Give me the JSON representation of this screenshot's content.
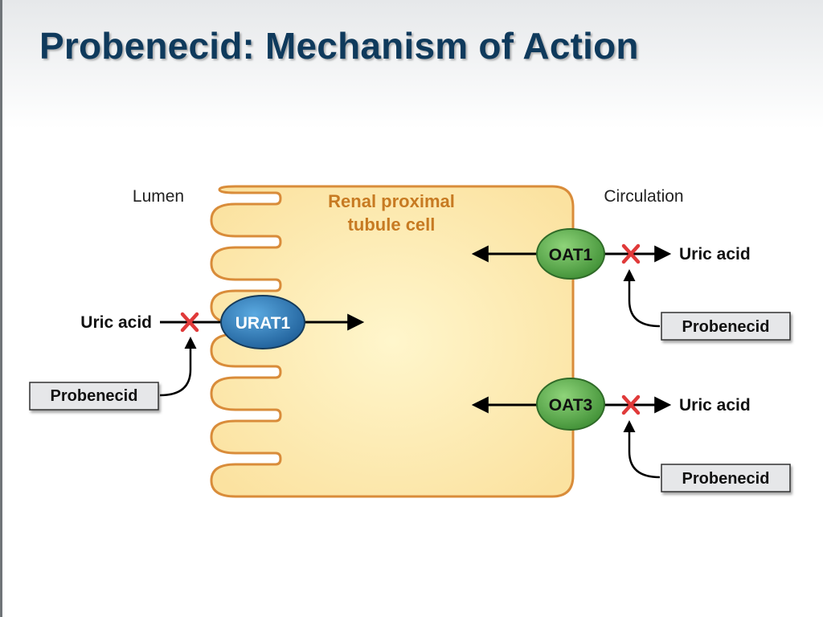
{
  "slide": {
    "title": "Probenecid: Mechanism of Action"
  },
  "diagram": {
    "lumen_label": "Lumen",
    "circulation_label": "Circulation",
    "cell_label_line1": "Renal proximal",
    "cell_label_line2": "tubule cell",
    "transporters": {
      "urat1": "URAT1",
      "oat1": "OAT1",
      "oat3": "OAT3"
    },
    "uric_acid_left": "Uric acid",
    "uric_acid_oat1": "Uric acid",
    "uric_acid_oat3": "Uric acid",
    "drug_left": "Probenecid",
    "drug_oat1": "Probenecid",
    "drug_oat3": "Probenecid",
    "colors": {
      "title": "#0f3a5c",
      "cell_fill": "#fde9a8",
      "cell_border": "#d98c3a",
      "cell_label": "#c77a22",
      "urat1": "#2a7fc0",
      "oat": "#5fb04a",
      "block_x": "#e03a3a"
    }
  }
}
